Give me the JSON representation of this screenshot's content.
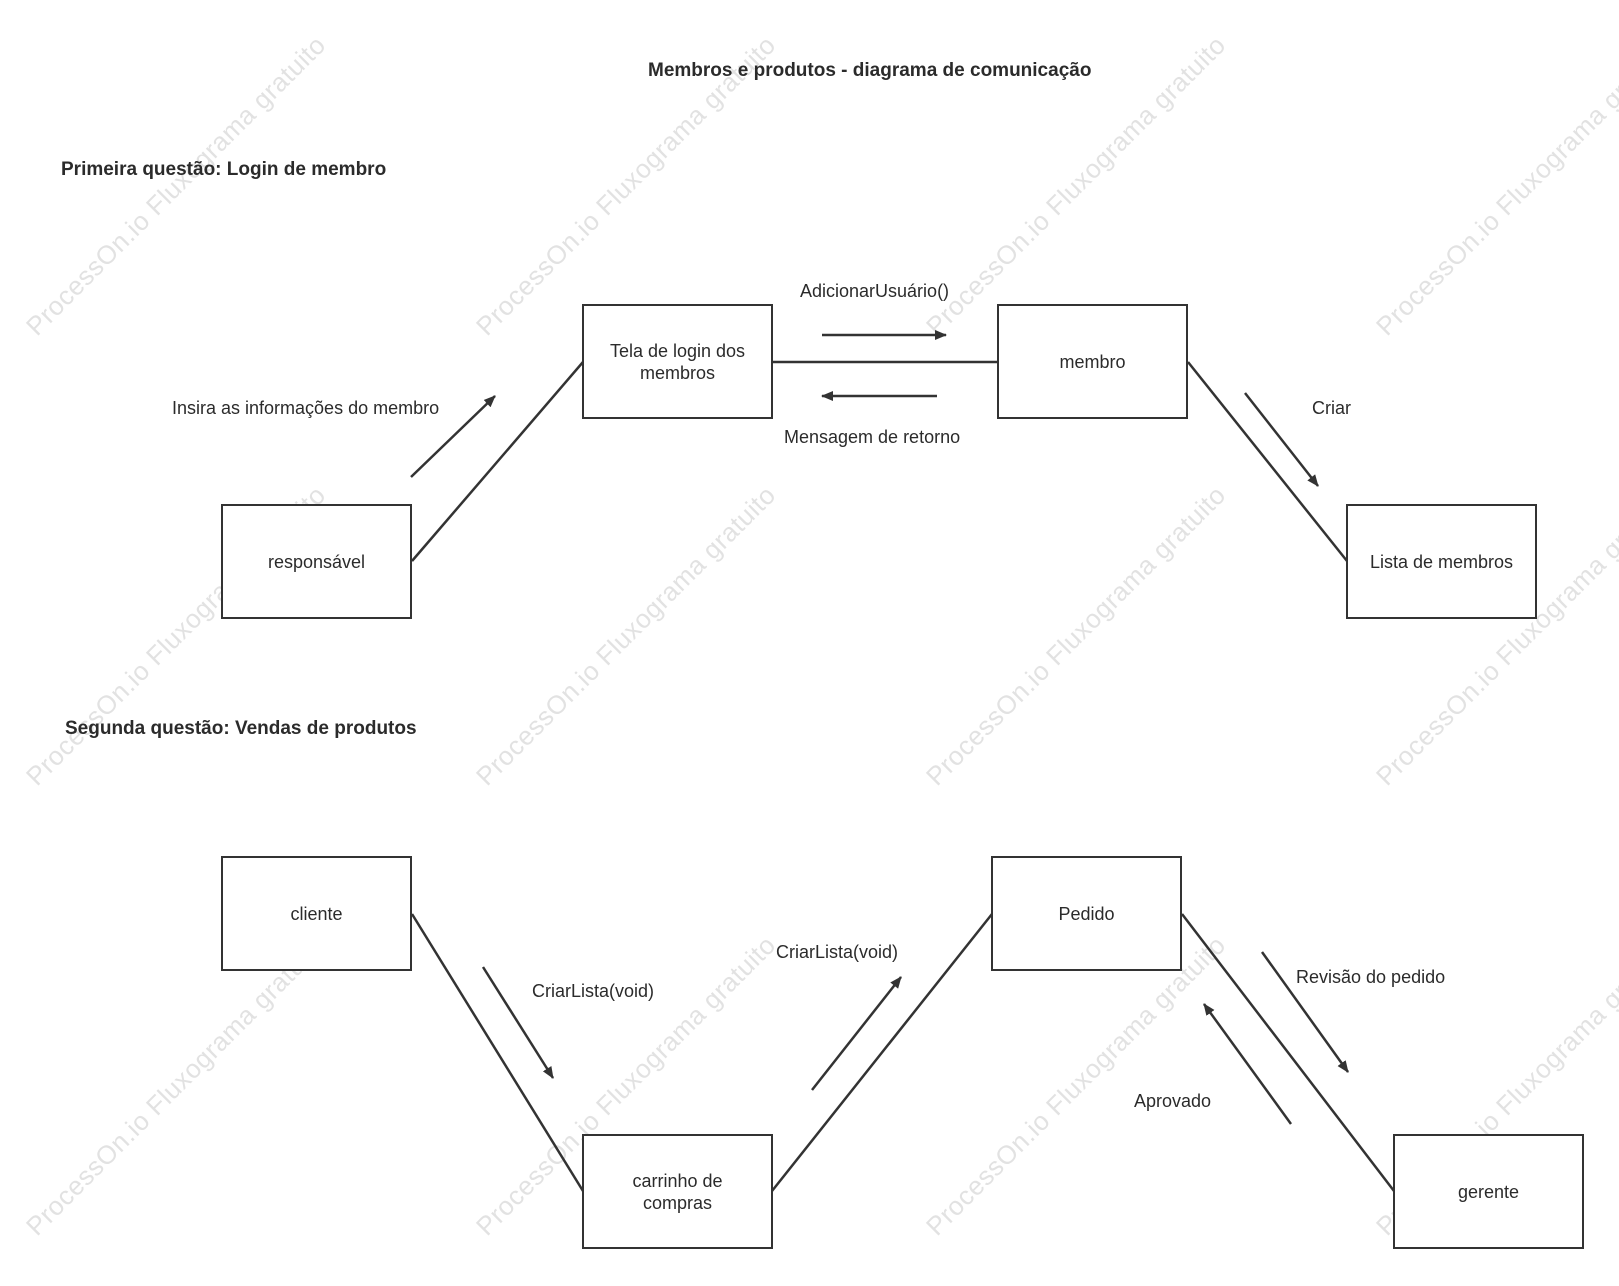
{
  "title": "Membros e produtos - diagrama de comunicação",
  "watermark_text": "ProcessOn.io Fluxograma gratuito",
  "colors": {
    "stroke": "#333333",
    "text": "#2b2b2b",
    "watermark": "#e2e2e2",
    "background": "#ffffff"
  },
  "section1": {
    "heading": "Primeira questão: Login de membro",
    "nodes": {
      "responsavel": "responsável",
      "tela_login": "Tela de login dos membros",
      "membro": "membro",
      "lista_membros": "Lista de membros"
    },
    "messages": {
      "insira_info": "Insira as informações do membro",
      "adicionar_usuario": "AdicionarUsuário()",
      "mensagem_retorno": "Mensagem de retorno",
      "criar": "Criar"
    }
  },
  "section2": {
    "heading": "Segunda questão: Vendas de produtos",
    "nodes": {
      "cliente": "cliente",
      "carrinho": "carrinho de compras",
      "pedido": "Pedido",
      "gerente": "gerente"
    },
    "messages": {
      "criar_lista_1": "CriarLista(void)",
      "criar_lista_2": "CriarLista(void)",
      "revisao_pedido": "Revisão do pedido",
      "aprovado": "Aprovado"
    }
  }
}
